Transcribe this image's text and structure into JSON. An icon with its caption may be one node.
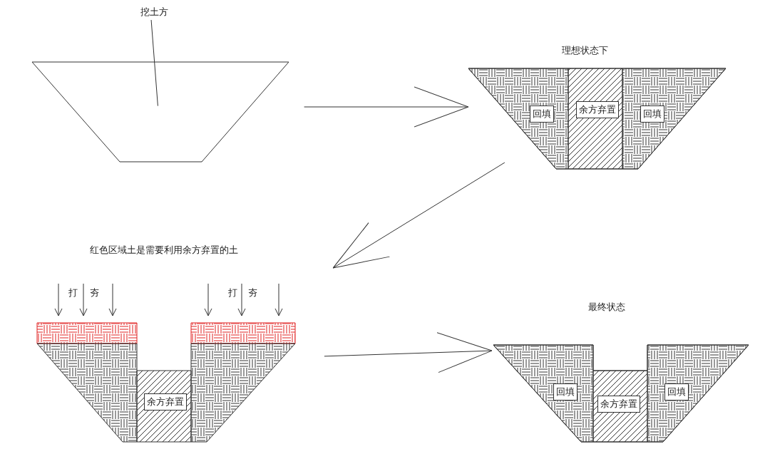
{
  "diagram": {
    "nodes": [
      {
        "text": [
          "挖土方"
        ]
      },
      {
        "text": [],
        "shape": "trapezoid"
      },
      {
        "text": [
          "理想状态下"
        ]
      },
      {
        "text": [
          "回填"
        ],
        "in": 2
      },
      {
        "text": [
          "余方弃置"
        ],
        "in": 2
      },
      {
        "text": [
          "回填"
        ],
        "in": 2
      },
      {
        "text": [
          "红色区域土是需要利用余方弃置的土"
        ]
      },
      {
        "text": [
          "余方弃置"
        ],
        "in": 6
      },
      {
        "text": [
          "最终状态"
        ]
      },
      {
        "text": [
          "回填"
        ],
        "in": 8
      },
      {
        "text": [
          "余方弃置"
        ],
        "in": 8
      },
      {
        "text": [
          "回填"
        ],
        "in": 8
      }
    ],
    "edges": [
      {
        "from": 0,
        "to": 1,
        "arrow": "none"
      },
      {
        "from": 1,
        "to": 2,
        "arrow": "to"
      },
      {
        "from": 2,
        "to": 6,
        "arrow": "to"
      },
      {
        "from": 6,
        "to": 8,
        "arrow": "to"
      }
    ],
    "labels": [
      "打",
      "夯",
      "打",
      "夯"
    ]
  }
}
